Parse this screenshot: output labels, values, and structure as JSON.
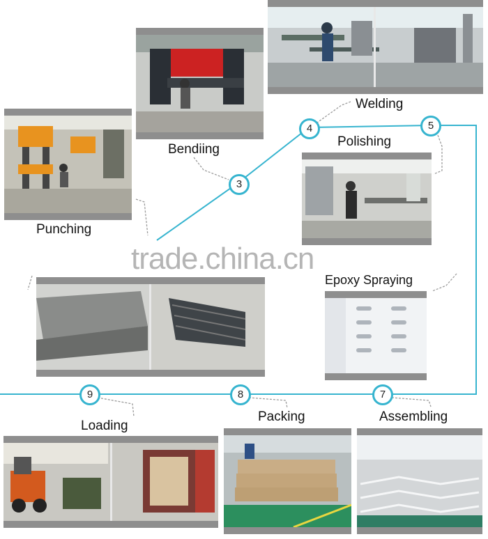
{
  "steps": [
    {
      "number": "3",
      "label": "Bendiing"
    },
    {
      "number": "4",
      "label": "Welding"
    },
    {
      "number": "5",
      "label": "Polishing"
    },
    {
      "number": "7",
      "label": "Assembling"
    },
    {
      "number": "8",
      "label": "Packing"
    },
    {
      "number": "9",
      "label": "Loading"
    }
  ],
  "labels": {
    "punching": "Punching",
    "epoxy": "Epoxy Spraying"
  },
  "watermark": "trade.china.cn",
  "colors": {
    "flow_line": "#36b4cf",
    "photo_frame": "#8e8e8e"
  }
}
